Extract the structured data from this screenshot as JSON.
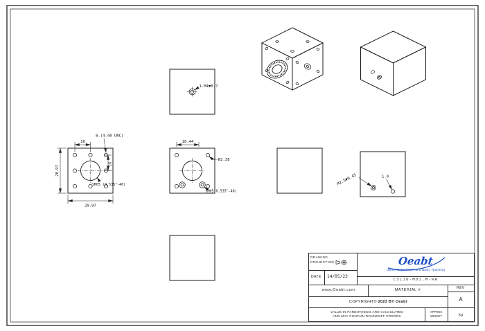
{
  "sheet": {
    "views": {
      "top": {
        "thread_label": "1-M4▼0.7"
      },
      "front": {
        "dim_hole_spacing_h": "16",
        "dim_hole_spacing_v": "16",
        "dim_height": "28.97",
        "dim_width": "29.97",
        "holes_label": "8-(4-40 UNC)",
        "thread_label": "SM05 (0.535\"-40)"
      },
      "back": {
        "dim_width": "18.44",
        "holes_label": "4-Ø2.38",
        "thread_label": "SM05(0.535\"-40)"
      },
      "side": {
        "thread_label": "M2.5▼0.45",
        "dim_depth": "1.4"
      }
    }
  },
  "title_block": {
    "projection_line1": "DRAWING",
    "projection_line2": "PROJECTION",
    "date_label": "DATE",
    "date_value": "14/05/23",
    "logo_text": "Oeabt",
    "logo_subtitle": "Optics Experiment and Basic Teaching",
    "drawing_number": "CSL16-M01.M-RW",
    "website": "www.Oeabt.com",
    "material_label": "MATERIAL #",
    "rev_label": "REV",
    "rev_value": "A",
    "copyright_prefix": "COPYRIGHT©",
    "copyright_bold": "2023 BY Oeabt",
    "disclaimer_line1": "VALUE IN PARENTHESIS ARE CALCULATED",
    "disclaimer_line2": "AND MAY CONTAIN ROUNDOFF ERRORS",
    "weight_label_line1": "APPROX",
    "weight_label_line2": "WEIGHT",
    "weight_unit": "kg"
  }
}
